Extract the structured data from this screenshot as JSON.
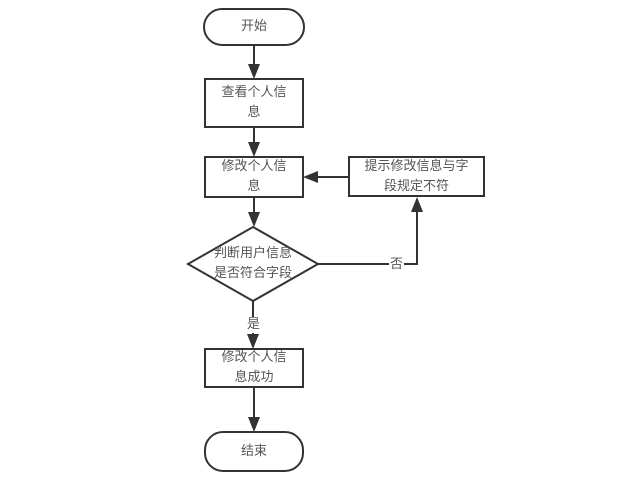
{
  "diagram": {
    "type": "flowchart",
    "nodes": [
      {
        "id": "start",
        "shape": "terminator",
        "label": "开始"
      },
      {
        "id": "view_info",
        "shape": "process",
        "label": "查看个人信息"
      },
      {
        "id": "edit_info",
        "shape": "process",
        "label": "修改个人信息"
      },
      {
        "id": "check",
        "shape": "decision",
        "label": "判断用户信息是否符合字段"
      },
      {
        "id": "prompt",
        "shape": "process",
        "label": "提示修改信息与字段规定不符"
      },
      {
        "id": "success",
        "shape": "process",
        "label": "修改个人信息成功"
      },
      {
        "id": "end",
        "shape": "terminator",
        "label": "结束"
      }
    ],
    "edges": [
      {
        "from": "start",
        "to": "view_info",
        "label": ""
      },
      {
        "from": "view_info",
        "to": "edit_info",
        "label": ""
      },
      {
        "from": "edit_info",
        "to": "check",
        "label": ""
      },
      {
        "from": "check",
        "to": "prompt",
        "label": "否"
      },
      {
        "from": "prompt",
        "to": "edit_info",
        "label": ""
      },
      {
        "from": "check",
        "to": "success",
        "label": "是"
      },
      {
        "from": "success",
        "to": "end",
        "label": ""
      }
    ]
  },
  "colors": {
    "stroke": "#333333",
    "text": "#555555",
    "background": "#ffffff"
  }
}
